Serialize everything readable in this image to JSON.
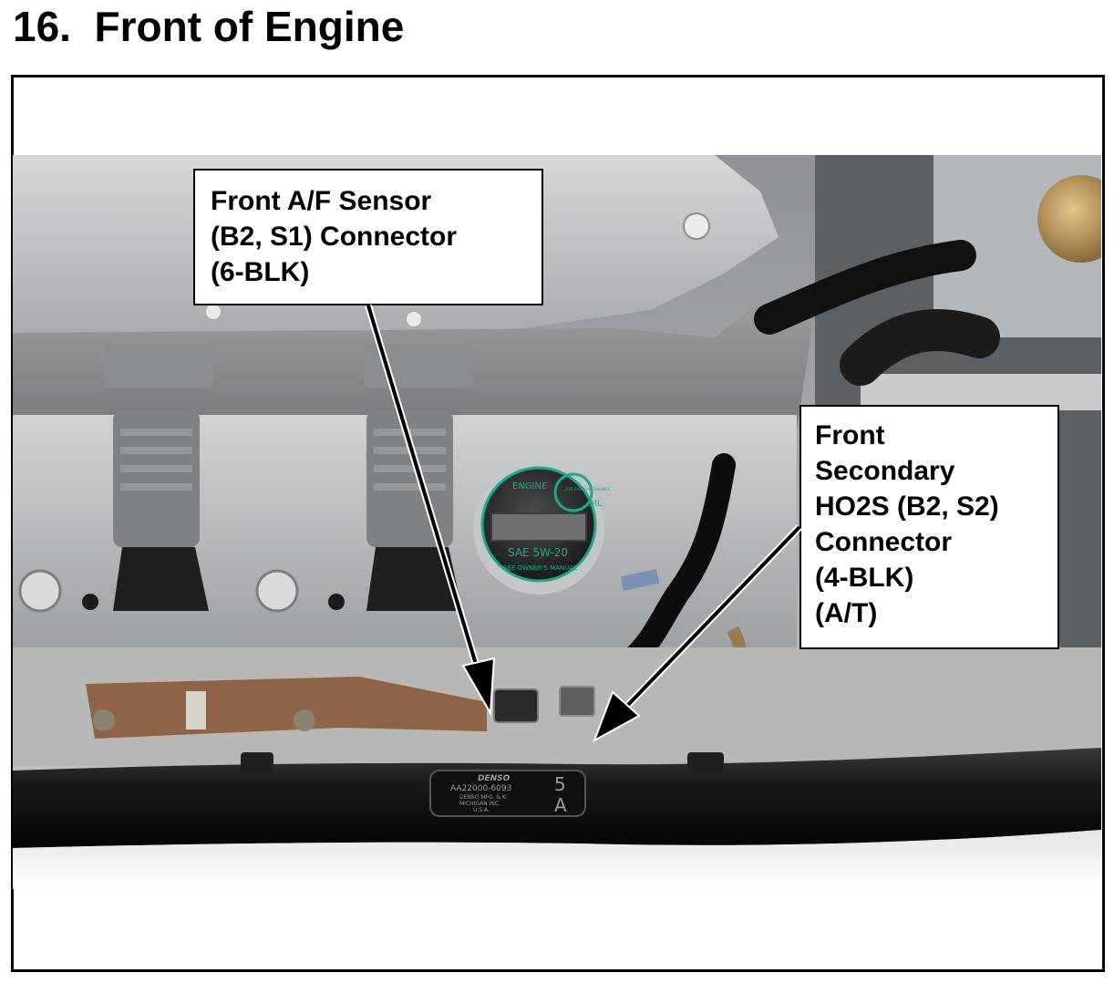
{
  "page_title": "16.  Front of Engine",
  "callouts": {
    "front_af_sensor": {
      "lines": [
        "Front A/F Sensor",
        "(B2, S1) Connector",
        "(6-BLK)"
      ]
    },
    "front_secondary_ho2s": {
      "lines": [
        "Front",
        "Secondary",
        "HO2S (B2, S2)",
        "Connector",
        "(4-BLK)",
        "(A/T)"
      ]
    }
  },
  "photo_labels": {
    "oil_cap_top": "ENGINE",
    "oil_cap_right": "OIL",
    "oil_cap_grade": "SAE 5W-20",
    "oil_cap_bottom": "SEE OWNER'S MANUAL",
    "oil_cap_center": "FOR GASOLINE ENGINES",
    "plate_brand": "DENSO",
    "plate_part": "AA22000-6093",
    "plate_mfg": "DENSO MFG. & K",
    "plate_city": "MICHIGAN INC.",
    "plate_country": "U.S.A.",
    "plate_code_top": "5",
    "plate_code_bottom": "A"
  },
  "colors": {
    "frame_border": "#000000",
    "callout_background": "#ffffff",
    "arrow": "#000000",
    "engine_silver": "#b9bcbf",
    "oil_cap_ring": "#1fa88a"
  }
}
